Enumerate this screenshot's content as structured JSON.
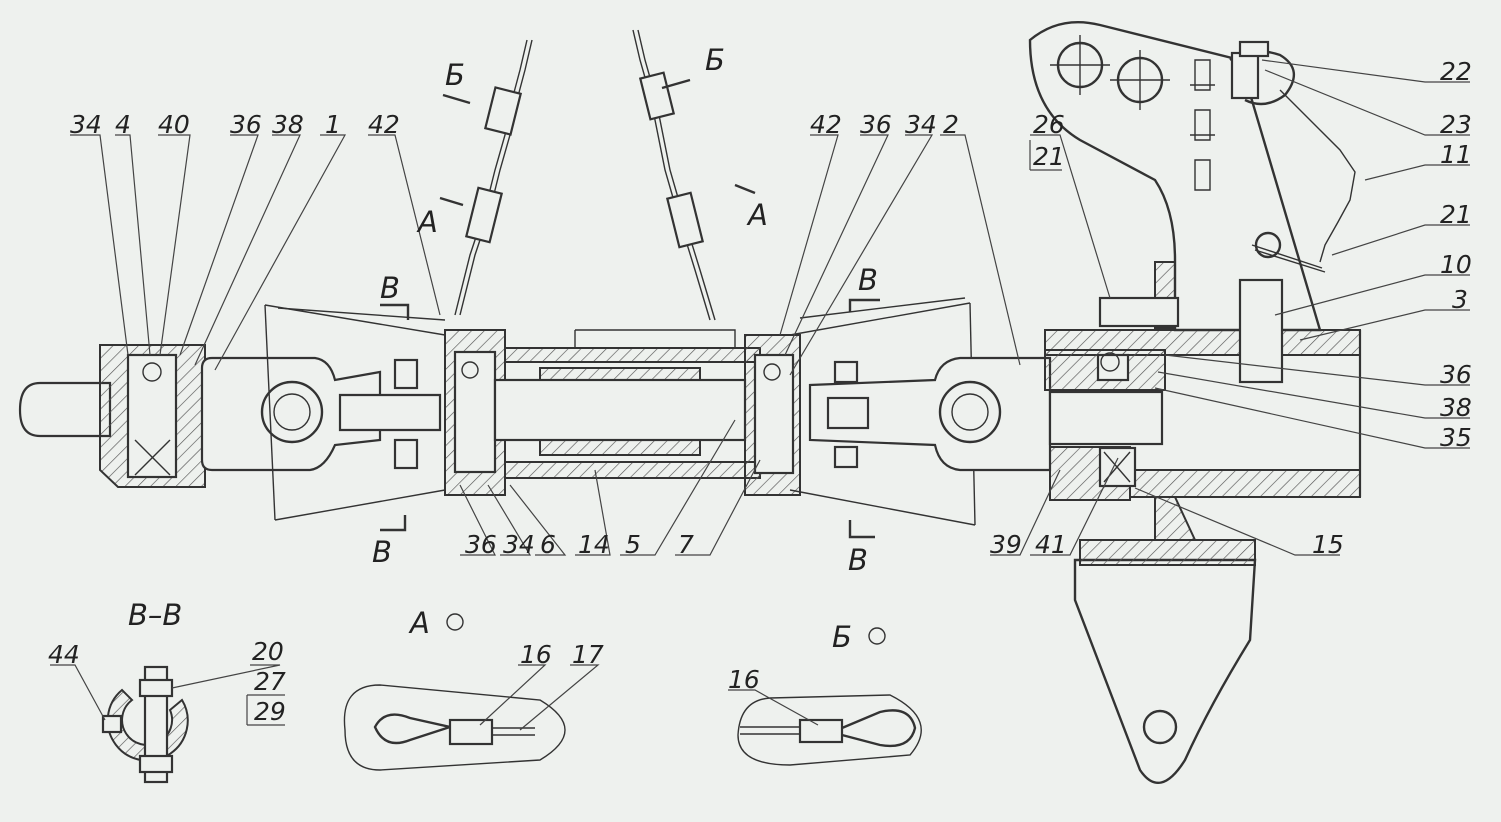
{
  "callouts": {
    "c34a": "34",
    "c4": "4",
    "c40": "40",
    "c36a": "36",
    "c38a": "38",
    "c1": "1",
    "c42a": "42",
    "c42b": "42",
    "c36b": "36",
    "c34b": "34",
    "c2": "2",
    "c26": "26",
    "c21a": "21",
    "c22": "22",
    "c23": "23",
    "c11": "11",
    "c21b": "21",
    "c10": "10",
    "c3": "3",
    "c36c": "36",
    "c38b": "38",
    "c35": "35",
    "c15": "15",
    "c41": "41",
    "c39": "39",
    "c36d": "36",
    "c34c": "34",
    "c6": "6",
    "c14": "14",
    "c5": "5",
    "c7": "7",
    "c44": "44",
    "c20": "20",
    "c27": "27",
    "c29": "29",
    "c16a": "16",
    "c17": "17",
    "c16b": "16"
  },
  "section_marks": {
    "b_top_left": "Б",
    "b_top_right": "Б",
    "a_left": "А",
    "a_right": "А",
    "v_tl": "В",
    "v_tr": "В",
    "v_bl": "В",
    "v_br": "В"
  },
  "view_titles": {
    "section_vv": "В–В",
    "view_a": "А",
    "view_b": "Б"
  }
}
